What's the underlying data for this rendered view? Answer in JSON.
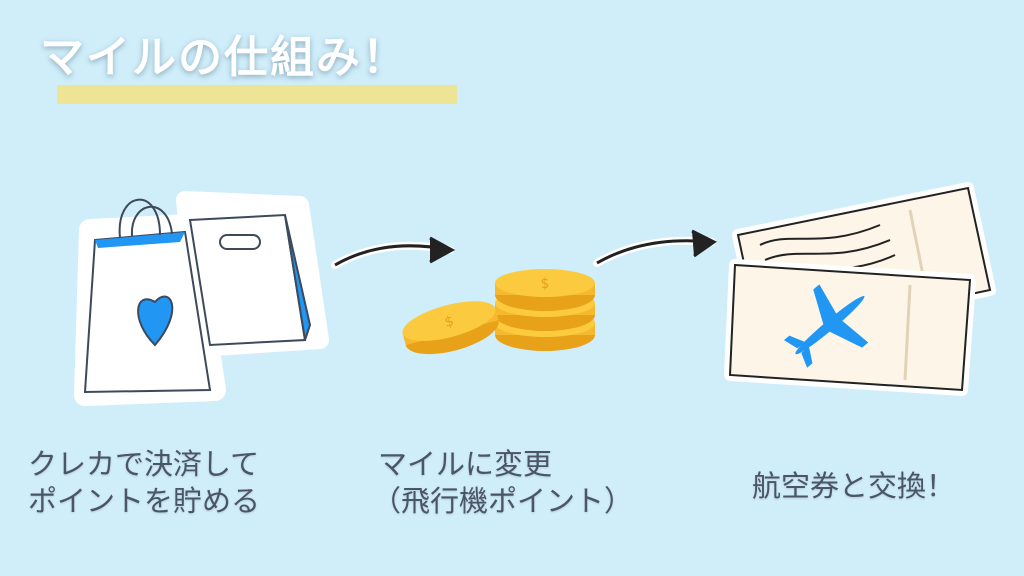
{
  "title": "マイルの仕組み！",
  "steps": [
    {
      "line1": "クレカで決済して",
      "line2": "ポイントを貯める",
      "icon": "shopping-bags-icon"
    },
    {
      "line1": "マイルに変更",
      "line2": "（飛行機ポイント）",
      "icon": "coins-icon"
    },
    {
      "line1": "航空券と交換！",
      "icon": "airline-ticket-icon"
    }
  ],
  "colors": {
    "background": "#d0eefa",
    "accent_blue": "#2196f3",
    "highlight": "#ede496",
    "coin": "#f5b82e",
    "text": "#4a5568"
  }
}
